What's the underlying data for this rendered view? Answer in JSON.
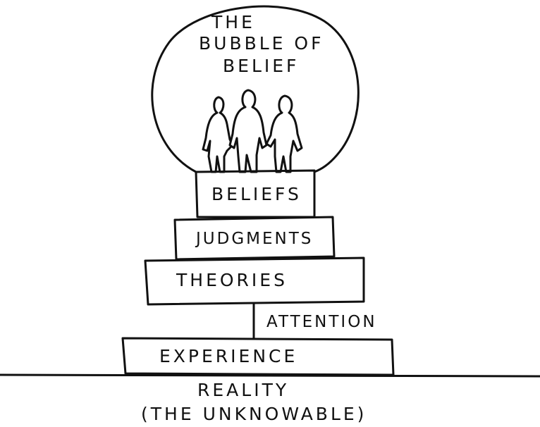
{
  "bubble": {
    "title_line1": "THE",
    "title_line2": "BUBBLE OF",
    "title_line3": "BELIEF"
  },
  "layers": {
    "beliefs": "BELIEFS",
    "judgments": "JUDGMENTS",
    "theories": "THEORIES",
    "attention": "ATTENTION",
    "experience": "EXPERIENCE"
  },
  "ground": {
    "line1": "REALITY",
    "line2": "(THE UNKNOWABLE)"
  },
  "colors": {
    "ink": "#111111",
    "paper": "#ffffff"
  }
}
